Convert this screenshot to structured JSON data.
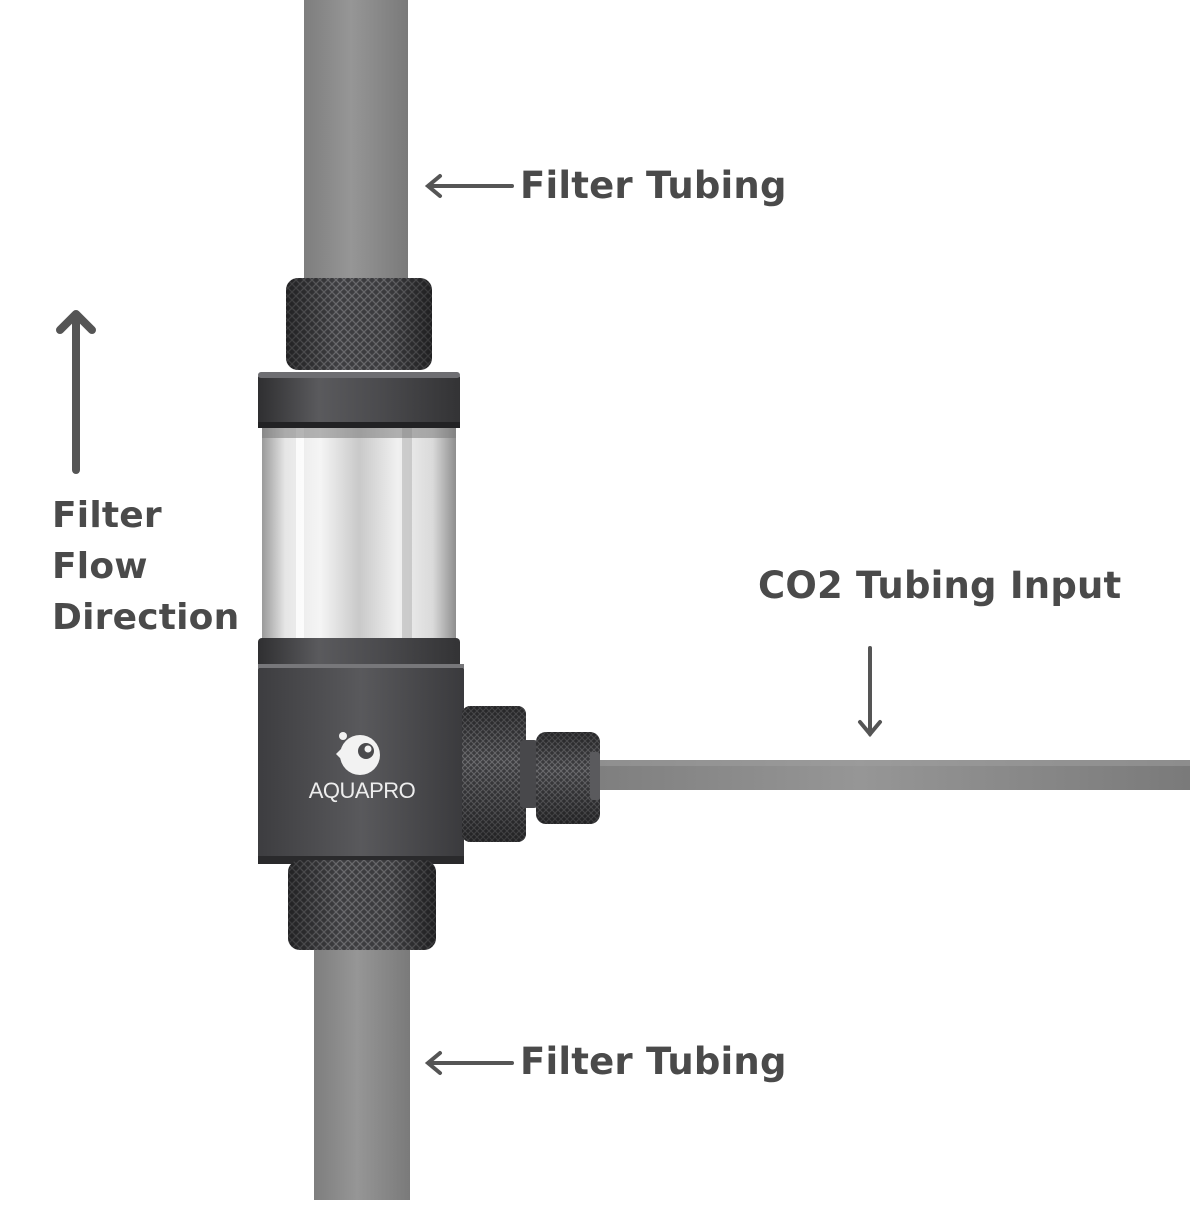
{
  "labels": {
    "filter_tubing_top": "Filter Tubing",
    "filter_tubing_bottom": "Filter Tubing",
    "co2_input": "CO2 Tubing Input",
    "flow_direction": [
      "Filter",
      "Flow",
      "Direction"
    ]
  },
  "brand": {
    "logo_text": "AQUAPRO"
  },
  "colors": {
    "tube": "#8c8c8c",
    "metal": "#4a4a4c",
    "label": "#4a4a4a",
    "arrow": "#555555",
    "background": "#ffffff"
  },
  "icons": [
    "arrow-left-icon",
    "arrow-up-icon",
    "arrow-down-icon",
    "fish-logo-icon"
  ]
}
